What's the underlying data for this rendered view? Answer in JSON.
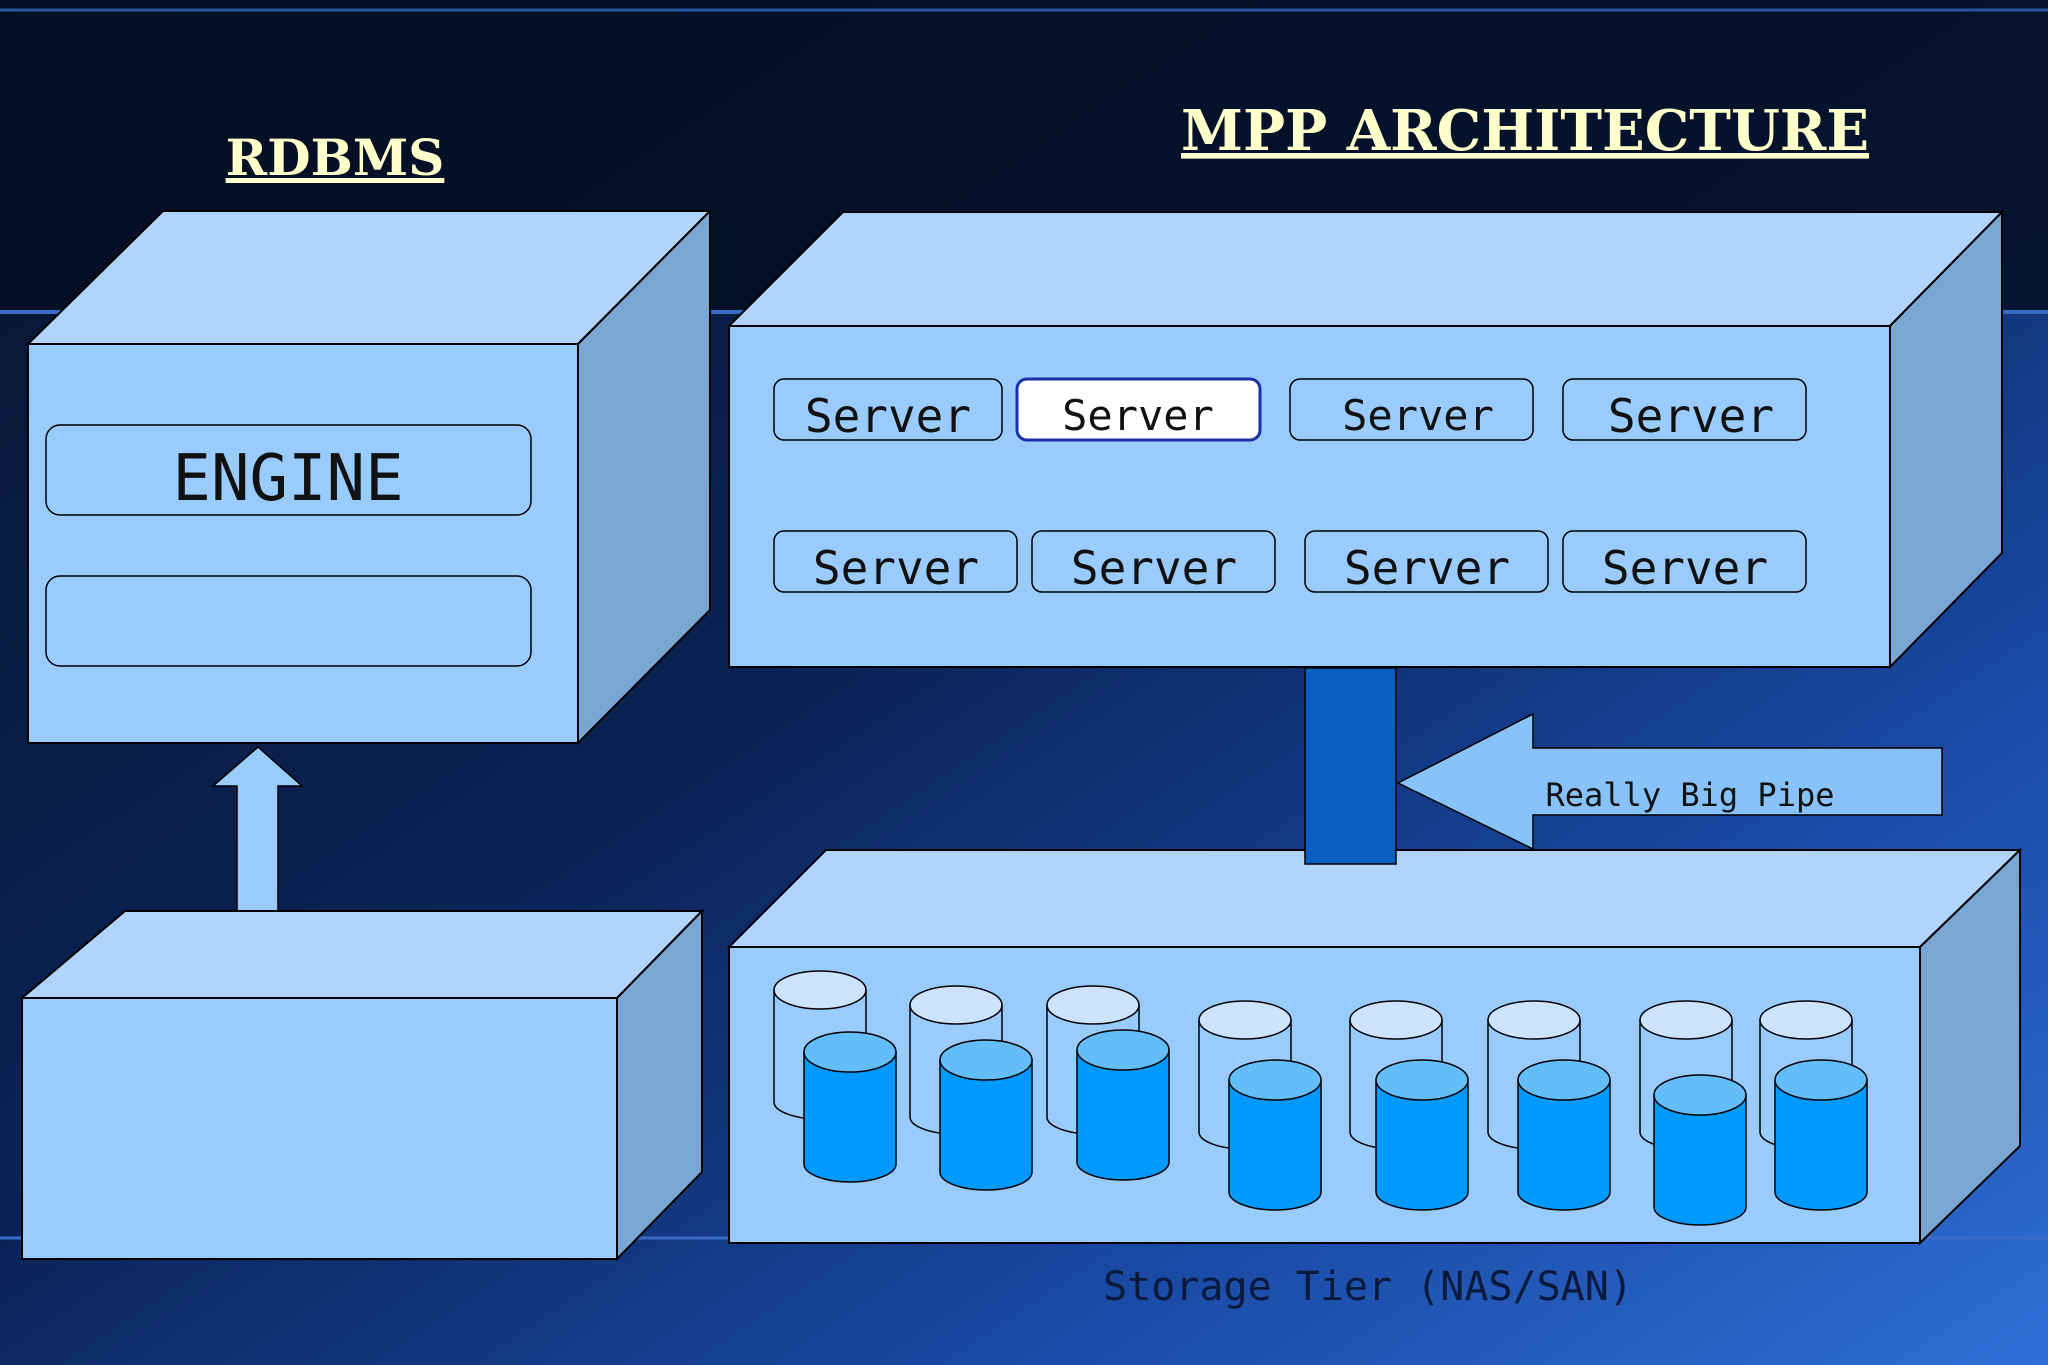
{
  "titles": {
    "left": "RDBMS",
    "right": "MPP ARCHITECTURE"
  },
  "rdbms": {
    "engine_label": "ENGINE"
  },
  "mpp": {
    "servers": [
      "Server",
      "Server",
      "Server",
      "Server",
      "Server",
      "Server",
      "Server",
      "Server"
    ],
    "selected_server_index": 1,
    "pipe_label": "Really Big Pipe",
    "storage_label": "Storage Tier (NAS/SAN)",
    "disk_count": 8
  },
  "colors": {
    "bg_top": "#06132b",
    "bg_bottom": "#1e55b8",
    "box_front": "#99cbfc",
    "box_top": "#b0d4fd",
    "box_side": "#79a6d2",
    "pipe": "#0a5fc2",
    "disk_dark": "#0099ff",
    "disk_light": "#cce3fd",
    "title": "#ffffcc"
  }
}
